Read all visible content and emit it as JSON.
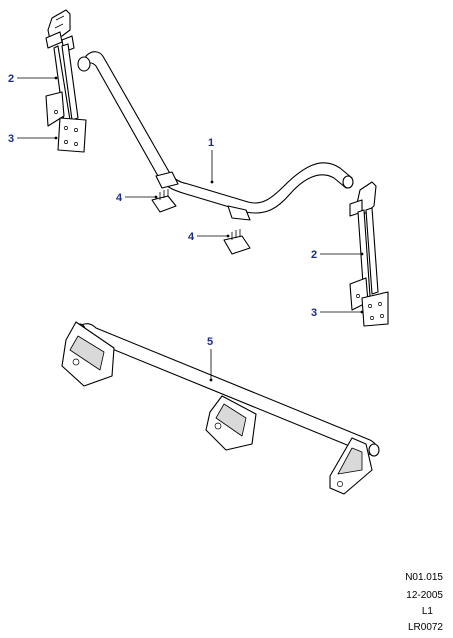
{
  "callouts": {
    "c1": "1",
    "c2a": "2",
    "c3a": "3",
    "c4a": "4",
    "c4b": "4",
    "c2b": "2",
    "c3b": "3",
    "c5": "5"
  },
  "reference": {
    "code": "N01.015",
    "date": "12-2005",
    "level": "L1",
    "drawing": "LR0072"
  },
  "colors": {
    "callout": "#1a2c8c",
    "line": "#000000",
    "background": "#ffffff"
  }
}
